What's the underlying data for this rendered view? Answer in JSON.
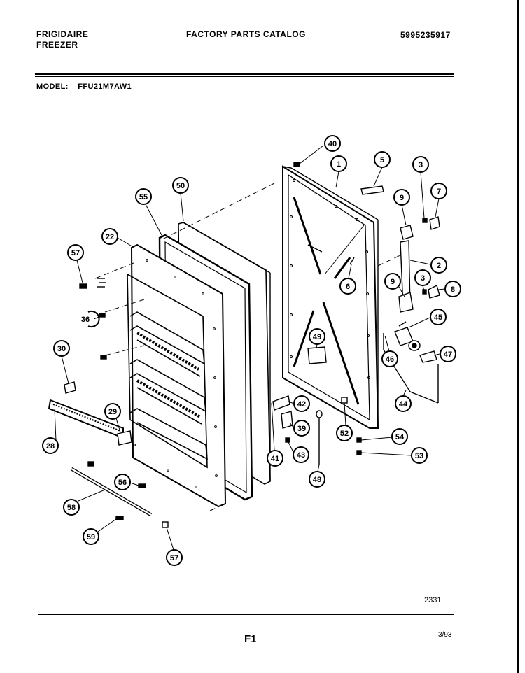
{
  "header": {
    "brand_line1": "FRIGIDAIRE",
    "brand_line2": "FREEZER",
    "catalog_title": "FACTORY PARTS CATALOG",
    "part_number": "5995235917"
  },
  "model": {
    "label": "MODEL:",
    "value": "FFU21M7AW1"
  },
  "callouts": {
    "c40": "40",
    "c1": "1",
    "c5": "5",
    "c3a": "3",
    "c7": "7",
    "c9a": "9",
    "c2": "2",
    "c50": "50",
    "c55": "55",
    "c22": "22",
    "c57a": "57",
    "c6": "6",
    "c9b": "9",
    "c3b": "3",
    "c8": "8",
    "c36": "36",
    "c45": "45",
    "c49": "49",
    "c30": "30",
    "c46": "46",
    "c47": "47",
    "c42": "42",
    "c44": "44",
    "c29": "29",
    "c39": "39",
    "c52": "52",
    "c54": "54",
    "c28": "28",
    "c43": "43",
    "c53": "53",
    "c41": "41",
    "c48": "48",
    "c56": "56",
    "c58": "58",
    "c59": "59",
    "c57b": "57"
  },
  "footer": {
    "figure_code": "2331",
    "page": "F1",
    "date": "3/93"
  }
}
